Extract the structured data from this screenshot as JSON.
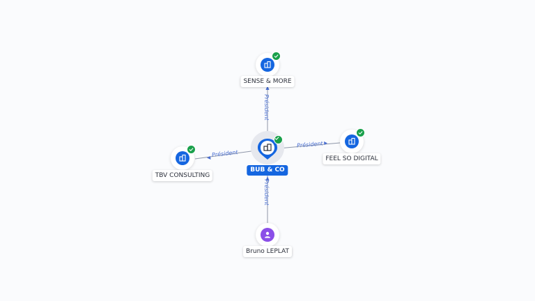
{
  "center": {
    "label": "BUB & CO",
    "icon": "building-icon",
    "verified": true
  },
  "nodes": [
    {
      "id": "sense",
      "label": "SENSE & MORE",
      "icon": "building-icon",
      "verified": true
    },
    {
      "id": "feel",
      "label": "FEEL SO DIGITAL",
      "icon": "building-icon",
      "verified": true
    },
    {
      "id": "tbv",
      "label": "TBV CONSULTING",
      "icon": "building-icon",
      "verified": true
    },
    {
      "id": "bruno",
      "label": "Bruno LEPLAT",
      "icon": "person-icon",
      "verified": false
    }
  ],
  "edges": [
    {
      "from": "center",
      "to": "sense",
      "label": "Président"
    },
    {
      "from": "center",
      "to": "feel",
      "label": "Président"
    },
    {
      "from": "center",
      "to": "tbv",
      "label": "Président"
    },
    {
      "from": "bruno",
      "to": "center",
      "label": "Président"
    }
  ],
  "colors": {
    "company": "#1566e0",
    "person": "#8b4fe8",
    "verified": "#19a04b",
    "edge_label": "#4a6fd1"
  }
}
